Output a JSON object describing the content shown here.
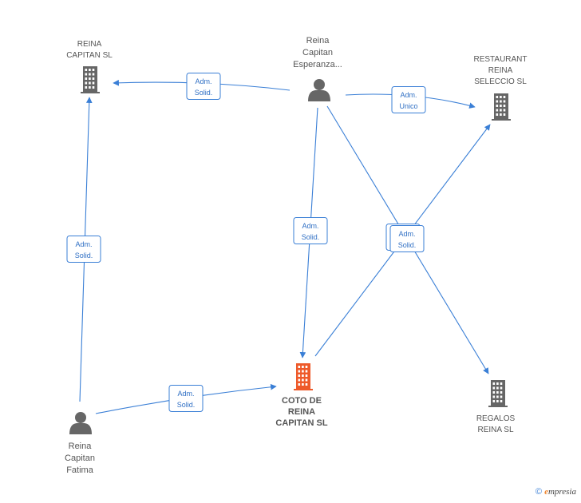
{
  "nodes": {
    "reina_capitan_sl": {
      "lines": [
        "REINA",
        "CAPITAN SL"
      ],
      "type": "company",
      "color": "#666666"
    },
    "esperanza": {
      "lines": [
        "Reina",
        "Capitan",
        "Esperanza..."
      ],
      "type": "person",
      "color": "#666666"
    },
    "restaurant": {
      "lines": [
        "RESTAURANT",
        "REINA",
        "SELECCIO  SL"
      ],
      "type": "company",
      "color": "#666666"
    },
    "coto": {
      "lines": [
        "COTO DE",
        "REINA",
        "CAPITAN SL"
      ],
      "type": "company-main",
      "color": "#ee5a2a"
    },
    "regalos": {
      "lines": [
        "REGALOS",
        "REINA SL"
      ],
      "type": "company",
      "color": "#666666"
    },
    "fatima": {
      "lines": [
        "Reina",
        "Capitan",
        "Fatima"
      ],
      "type": "person",
      "color": "#666666"
    }
  },
  "edges": [
    {
      "from": "esperanza",
      "to": "reina_capitan_sl",
      "label": [
        "Adm.",
        "Solid."
      ]
    },
    {
      "from": "esperanza",
      "to": "restaurant",
      "label": [
        "Adm.",
        "Unico"
      ]
    },
    {
      "from": "esperanza",
      "to": "coto",
      "label": [
        "Adm.",
        "Solid."
      ]
    },
    {
      "from": "esperanza",
      "to": "regalos",
      "label": [
        "Adm.",
        "Solid."
      ]
    },
    {
      "from": "coto",
      "to": "restaurant",
      "label": [
        "Adm.",
        "Solid."
      ]
    },
    {
      "from": "fatima",
      "to": "reina_capitan_sl",
      "label": [
        "Adm.",
        "Solid."
      ]
    },
    {
      "from": "fatima",
      "to": "coto",
      "label": [
        "Adm.",
        "Solid."
      ]
    }
  ],
  "footer": {
    "copyright": "©",
    "brand_first": "e",
    "brand_rest": "mpresia"
  },
  "colors": {
    "edge": "#3a7fd6",
    "icon": "#666666",
    "main_icon": "#ee5a2a"
  }
}
